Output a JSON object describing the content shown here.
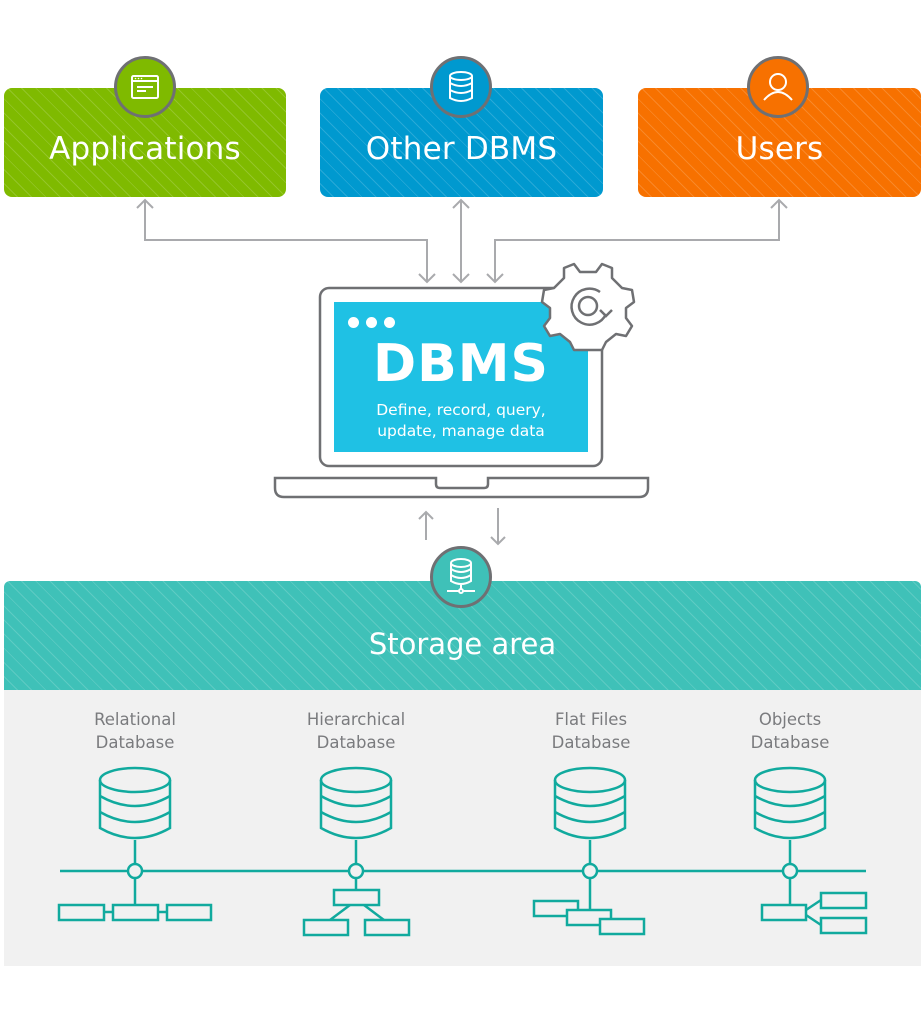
{
  "top_boxes": [
    {
      "label": "Applications",
      "icon": "application-window-icon",
      "color": "#7fba00"
    },
    {
      "label": "Other DBMS",
      "icon": "database-icon",
      "color": "#0099cf"
    },
    {
      "label": "Users",
      "icon": "user-icon",
      "color": "#f77100"
    }
  ],
  "dbms": {
    "title": "DBMS",
    "description_line1": "Define, record, query,",
    "description_line2": "update, manage data",
    "screen_color": "#1fc1e4",
    "icon": "gear-refresh-icon"
  },
  "storage": {
    "label": "Storage area",
    "icon": "database-network-icon",
    "color": "#3fc1b8"
  },
  "databases": [
    {
      "line1": "Relational",
      "line2": "Database",
      "structure": "linked-rows"
    },
    {
      "line1": "Hierarchical",
      "line2": "Database",
      "structure": "tree"
    },
    {
      "line1": "Flat Files",
      "line2": "Database",
      "structure": "stacked-files"
    },
    {
      "line1": "Objects",
      "line2": "Database",
      "structure": "object-branches"
    }
  ],
  "colors": {
    "connector": "#a9aaad",
    "outline": "#6f7073",
    "teal_stroke": "#11aa9e",
    "panel_bg": "#f1f1f1"
  }
}
